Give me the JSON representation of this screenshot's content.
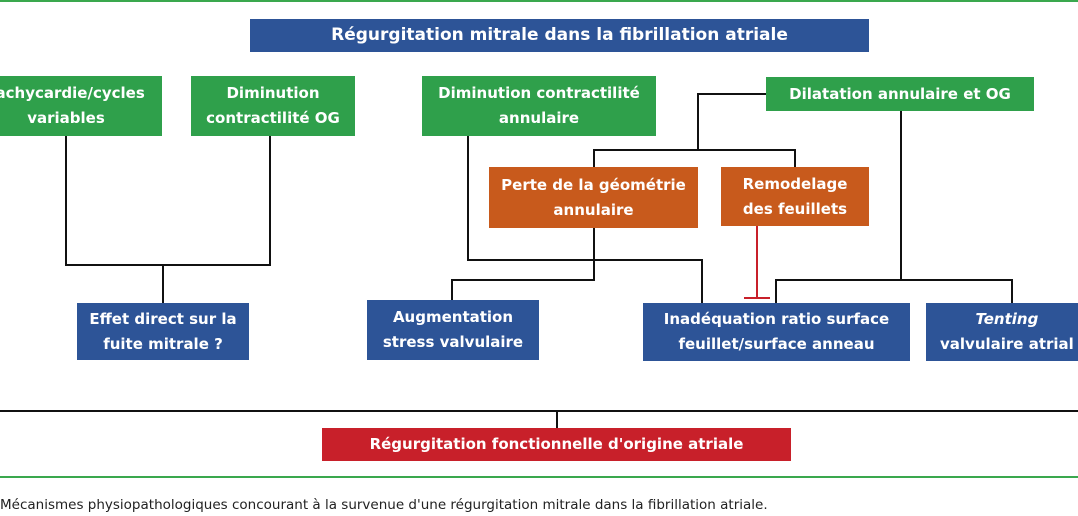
{
  "title": "Régurgitation mitrale dans la fibrillation atriale",
  "nodes": {
    "tachy": {
      "line1": "Tachycardie/cycles",
      "line2": "variables"
    },
    "dimOG": {
      "line1": "Diminution",
      "line2": "contractilité OG"
    },
    "dimAnn": {
      "line1": "Diminution contractilité",
      "line2": "annulaire"
    },
    "dilat": {
      "line1": "Dilatation annulaire et OG"
    },
    "perte": {
      "line1": "Perte de la géométrie",
      "line2": "annulaire"
    },
    "remod": {
      "line1": "Remodelage",
      "line2": "des feuillets"
    },
    "effet": {
      "line1": "Effet direct sur la",
      "line2": "fuite mitrale ?"
    },
    "augm": {
      "line1": "Augmentation",
      "line2": "stress valvulaire"
    },
    "inad": {
      "line1": "Inadéquation ratio surface",
      "line2": "feuillet/surface anneau"
    },
    "tent": {
      "line1_italic": "Tenting",
      "line2": "valvulaire atrial"
    },
    "result": {
      "line1": "Régurgitation fonctionnelle d'origine atriale"
    }
  },
  "caption": "Mécanismes physiopathologiques concourant à la survenue d'une régurgitation mitrale dans la fibrillation atriale.",
  "colors": {
    "green": "#2fa04b",
    "blue": "#2d5497",
    "orange": "#c85a1c",
    "red": "#c8202a",
    "rule": "#3aa84e"
  }
}
